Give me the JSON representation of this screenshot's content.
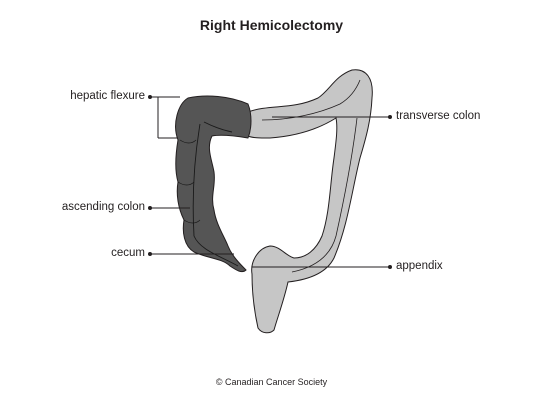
{
  "title": "Right Hemicolectomy",
  "labels": {
    "hepatic_flexure": "hepatic flexure",
    "ascending_colon": "ascending colon",
    "cecum": "cecum",
    "transverse_colon": "transverse colon",
    "appendix": "appendix"
  },
  "copyright": "© Canadian Cancer Society",
  "colors": {
    "removed_section": "#555555",
    "remaining_colon": "#c6c6c6",
    "outline": "#231f20"
  }
}
